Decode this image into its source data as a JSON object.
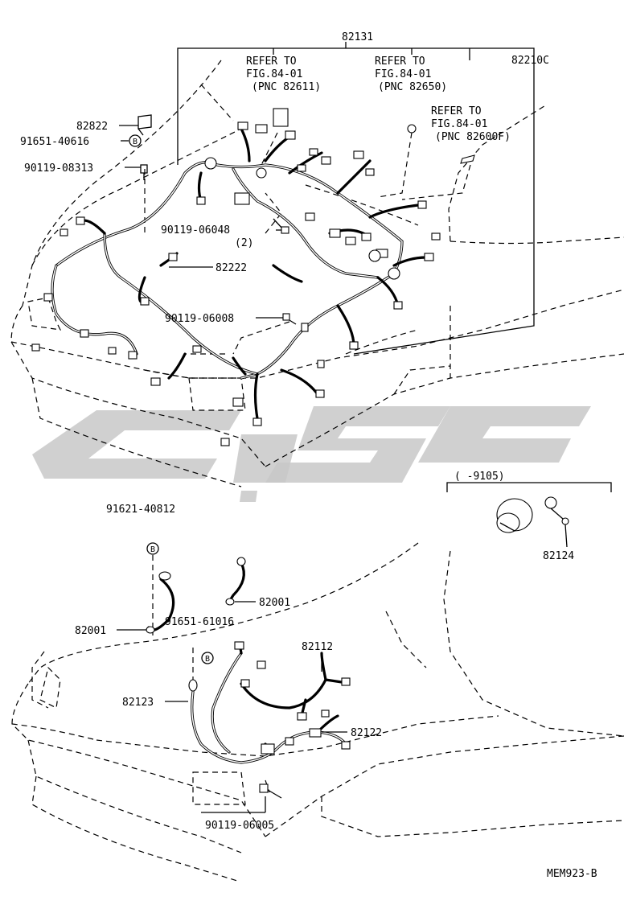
{
  "labels": {
    "p82131": "82131",
    "p82210c": "82210C",
    "ref1": [
      "REFER TO",
      "FIG.84-01",
      "(PNC 82611)"
    ],
    "ref2": [
      "REFER TO",
      "FIG.84-01",
      "(PNC 82650)"
    ],
    "ref3": [
      "REFER TO",
      "FIG.84-01",
      "(PNC 82600F)"
    ],
    "p82822": "82822",
    "p91651_40616": "91651-40616",
    "p90119_08313": "90119-08313",
    "p90119_06048": "90119-06048",
    "p90119_06048_qty": "(2)",
    "p82222": "82222",
    "p90119_06008": "90119-06008",
    "p91621_40812": "91621-40812",
    "p82001_left": "82001",
    "p82001_right": "82001",
    "p91651_61016": "91651-61016",
    "p82112": "82112",
    "p82123": "82123",
    "p82122": "82122",
    "p90119_06005": "90119-06005",
    "p82124": "82124",
    "range_9105": "(      -9105)",
    "diagram_code": "MEM923-B"
  },
  "badges": {
    "b1": "B",
    "b2": "B",
    "b3": "B"
  }
}
